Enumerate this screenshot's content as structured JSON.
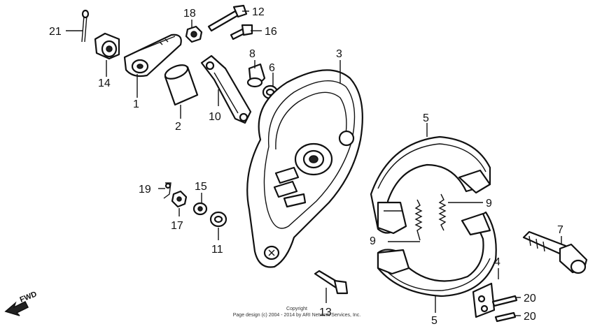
{
  "labels": {
    "p1": "1",
    "p2": "2",
    "p3": "3",
    "p4": "4",
    "p5a": "5",
    "p5b": "5",
    "p6": "6",
    "p7": "7",
    "p8": "8",
    "p9a": "9",
    "p9b": "9",
    "p10": "10",
    "p11": "11",
    "p12": "12",
    "p13": "13",
    "p14": "14",
    "p15": "15",
    "p16": "16",
    "p17": "17",
    "p18": "18",
    "p19": "19",
    "p20a": "20",
    "p20b": "20",
    "p21": "21"
  },
  "fwd_label": "FWD",
  "copyright": {
    "line1": "Copyright",
    "line2": "Page design (c) 2004 - 2014 by ARI Network Services, Inc."
  }
}
